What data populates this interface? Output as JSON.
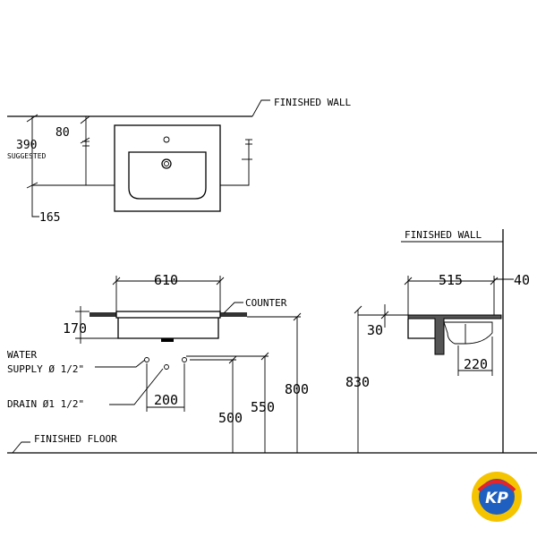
{
  "top_view": {
    "finished_wall": "FINISHED WALL",
    "dim_80": "80",
    "dim_390": "390",
    "suggested": "SUGGESTED",
    "dim_165": "165"
  },
  "front_view": {
    "dim_610": "610",
    "counter": "COUNTER",
    "dim_170": "170",
    "water_supply_line1": "WATER",
    "water_supply_line2": "SUPPLY Ø 1/2\"",
    "drain": "DRAIN Ø1  1/2\"",
    "dim_200": "200",
    "dim_500": "500",
    "dim_550": "550",
    "dim_800": "800",
    "finished_floor": "FINISHED FLOOR"
  },
  "side_view": {
    "finished_wall": "FINISHED WALL",
    "dim_515": "515",
    "dim_40": "40",
    "dim_30": "30",
    "dim_220": "220",
    "dim_830": "830"
  },
  "logo": {
    "text": "KP",
    "colors": {
      "ring": "#f5c400",
      "inner": "#1f5fbf",
      "accent": "#e3242b"
    }
  }
}
